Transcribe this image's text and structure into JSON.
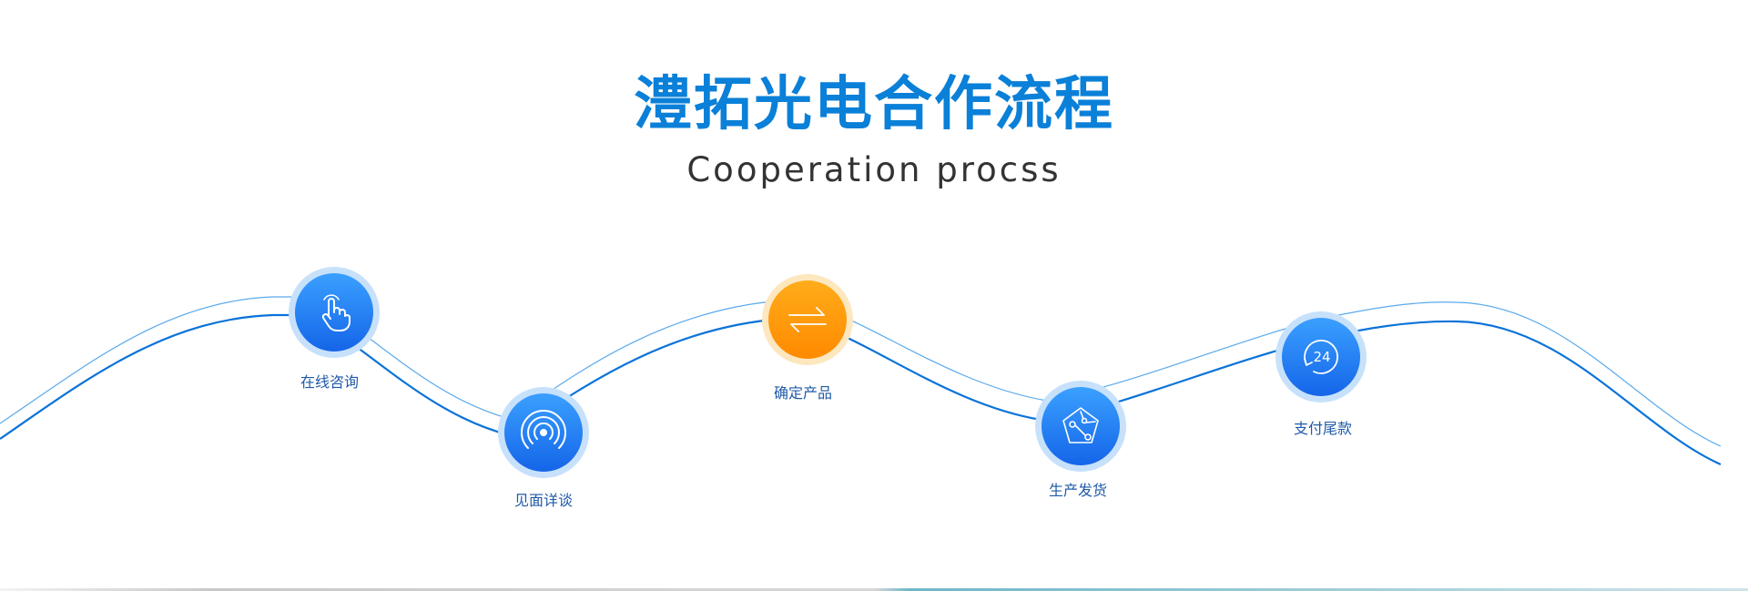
{
  "header": {
    "title": "澧拓光电合作流程",
    "subtitle": "Cooperation procss"
  },
  "colors": {
    "primary": "#0a80d8",
    "node_blue": "#1565e8",
    "node_orange": "#ff8a00",
    "wave": "#0a73d9"
  },
  "steps": [
    {
      "label": "在线咨询",
      "icon": "touch-hand-icon",
      "accent": "blue"
    },
    {
      "label": "见面详谈",
      "icon": "signal-icon",
      "accent": "blue"
    },
    {
      "label": "确定产品",
      "icon": "exchange-arrows-icon",
      "accent": "orange"
    },
    {
      "label": "生产发货",
      "icon": "pentagon-network-icon",
      "accent": "blue"
    },
    {
      "label": "支付尾款",
      "icon": "24-hour-icon",
      "accent": "blue"
    }
  ]
}
